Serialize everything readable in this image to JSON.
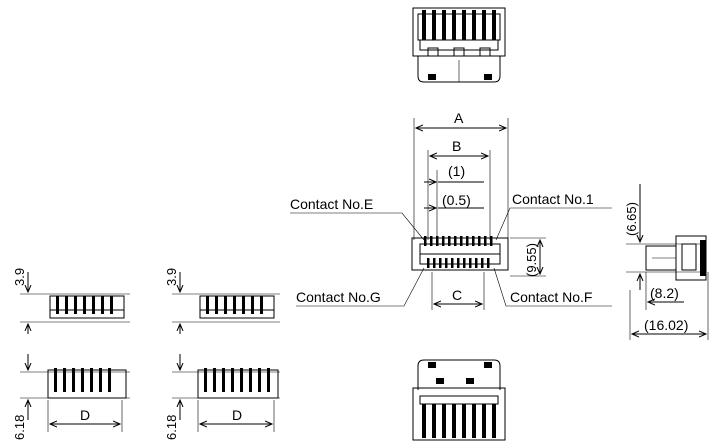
{
  "dimensions": {
    "A": "A",
    "B": "B",
    "C": "C",
    "D_left": "D",
    "D_right": "D",
    "d1": "(1)",
    "d05": "(0.5)",
    "d955": "(9.55)",
    "d665": "(6.65)",
    "d82": "(8.2)",
    "d1602": "(16.02)",
    "h39_left": "3.9",
    "h39_right": "3.9",
    "h618_left": "6.18",
    "h618_right": "6.18"
  },
  "contacts": {
    "e": "Contact No.E",
    "one": "Contact No.1",
    "g": "Contact No.G",
    "f": "Contact No.F"
  }
}
